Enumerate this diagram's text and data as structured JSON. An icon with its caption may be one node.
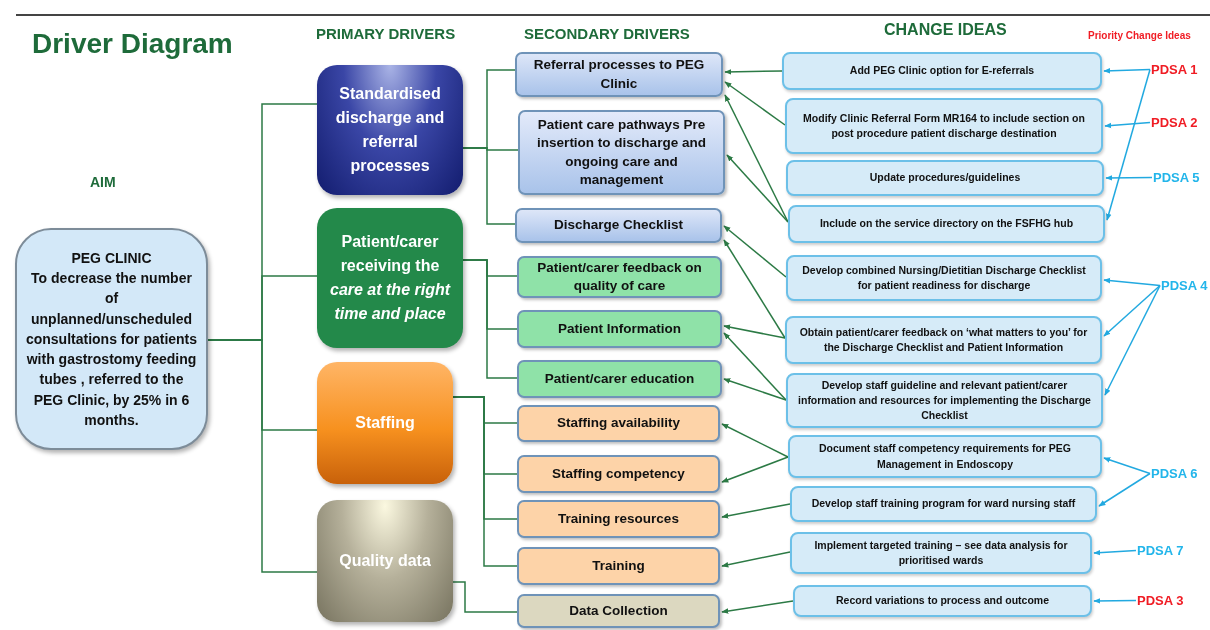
{
  "diagram": {
    "title": "Driver Diagram",
    "nodes": [
      {
        "text": [
          "PEG CLINIC",
          "To decrease the number of unplanned/unscheduled consultations for patients with gastrostomy feeding tubes , referred to the PEG Clinic, by 25% in 6 months."
        ]
      },
      {
        "text": [
          "Standardised discharge and referral processes"
        ]
      },
      {
        "text": [
          "Patient/carer receiving the *care at the right time and place*"
        ]
      },
      {
        "text": [
          "Staffing"
        ]
      },
      {
        "text": [
          "Quality data"
        ]
      },
      {
        "text": [
          "Referral processes to PEG Clinic"
        ]
      },
      {
        "text": [
          "Patient care pathways Pre insertion to discharge and ongoing care and management"
        ]
      },
      {
        "text": [
          "Discharge Checklist"
        ]
      },
      {
        "text": [
          "Patient/carer feedback on quality of care"
        ]
      },
      {
        "text": [
          "Patient Information"
        ]
      },
      {
        "text": [
          "Patient/carer education"
        ]
      },
      {
        "text": [
          "Staffing availability"
        ]
      },
      {
        "text": [
          "Staffing competency"
        ]
      },
      {
        "text": [
          "Training resources"
        ]
      },
      {
        "text": [
          "Training"
        ]
      },
      {
        "text": [
          "Data Collection"
        ]
      },
      {
        "text": [
          "Add PEG Clinic option for E-referrals"
        ]
      },
      {
        "text": [
          "Modify Clinic Referral Form MR164 to include section on post procedure patient discharge destination"
        ]
      },
      {
        "text": [
          "Update procedures/guidelines"
        ]
      },
      {
        "text": [
          "Include on the  service directory on the FSFHG hub"
        ]
      },
      {
        "text": [
          "Develop combined Nursing/Dietitian Discharge Checklist for patient readiness for discharge"
        ]
      },
      {
        "text": [
          "Obtain patient/carer feedback on ‘what matters to you’ for the Discharge Checklist and Patient Information"
        ]
      },
      {
        "text": [
          "Develop staff guideline and relevant patient/carer information and resources for   implementing the Discharge Checklist"
        ]
      },
      {
        "text": [
          "Document staff competency requirements for PEG Management in Endoscopy"
        ]
      },
      {
        "text": [
          "Develop staff training program for ward nursing staff"
        ]
      },
      {
        "text": [
          "Implement targeted training – see data analysis for prioritised wards"
        ]
      },
      {
        "text": [
          "Record variations to process and outcome"
        ]
      },
      {
        "text": [
          "PDSA 1"
        ]
      },
      {
        "text": [
          "PDSA 2"
        ]
      },
      {
        "text": [
          "PDSA 5"
        ]
      },
      {
        "text": [
          "PDSA 4"
        ]
      },
      {
        "text": [
          "PDSA 6"
        ]
      },
      {
        "text": [
          "PDSA 7"
        ]
      },
      {
        "text": [
          "PDSA 3"
        ]
      }
    ],
    "edges": [
      {
        "from": 0,
        "to": 1,
        "arrow": "none"
      },
      {
        "from": 0,
        "to": 2,
        "arrow": "none"
      },
      {
        "from": 0,
        "to": 3,
        "arrow": "none"
      },
      {
        "from": 0,
        "to": 4,
        "arrow": "none"
      },
      {
        "from": 1,
        "to": 5,
        "arrow": "none"
      },
      {
        "from": 1,
        "to": 6,
        "arrow": "none"
      },
      {
        "from": 1,
        "to": 7,
        "arrow": "none"
      },
      {
        "from": 2,
        "to": 8,
        "arrow": "none"
      },
      {
        "from": 2,
        "to": 9,
        "arrow": "none"
      },
      {
        "from": 2,
        "to": 10,
        "arrow": "none"
      },
      {
        "from": 3,
        "to": 11,
        "arrow": "none"
      },
      {
        "from": 3,
        "to": 12,
        "arrow": "none"
      },
      {
        "from": 3,
        "to": 13,
        "arrow": "none"
      },
      {
        "from": 3,
        "to": 14,
        "arrow": "none"
      },
      {
        "from": 4,
        "to": 15,
        "arrow": "none"
      },
      {
        "from": 16,
        "to": 5,
        "arrow": "to"
      },
      {
        "from": 17,
        "to": 5,
        "arrow": "to"
      },
      {
        "from": 19,
        "to": 5,
        "arrow": "to"
      },
      {
        "from": 19,
        "to": 6,
        "arrow": "to"
      },
      {
        "from": 20,
        "to": 7,
        "arrow": "to"
      },
      {
        "from": 21,
        "to": 7,
        "arrow": "to"
      },
      {
        "from": 21,
        "to": 9,
        "arrow": "to"
      },
      {
        "from": 22,
        "to": 9,
        "arrow": "to"
      },
      {
        "from": 22,
        "to": 10,
        "arrow": "to"
      },
      {
        "from": 23,
        "to": 11,
        "arrow": "to"
      },
      {
        "from": 23,
        "to": 12,
        "arrow": "to"
      },
      {
        "from": 24,
        "to": 13,
        "arrow": "to"
      },
      {
        "from": 25,
        "to": 14,
        "arrow": "to"
      },
      {
        "from": 26,
        "to": 15,
        "arrow": "to"
      },
      {
        "from": 27,
        "to": 16,
        "arrow": "to",
        "color": "#22a9e0"
      },
      {
        "from": 27,
        "to": 19,
        "arrow": "to",
        "color": "#22a9e0"
      },
      {
        "from": 28,
        "to": 17,
        "arrow": "to",
        "color": "#22a9e0"
      },
      {
        "from": 29,
        "to": 18,
        "arrow": "to",
        "color": "#22a9e0"
      },
      {
        "from": 30,
        "to": 20,
        "arrow": "to",
        "color": "#22a9e0"
      },
      {
        "from": 30,
        "to": 21,
        "arrow": "to",
        "color": "#22a9e0"
      },
      {
        "from": 30,
        "to": 22,
        "arrow": "to",
        "color": "#22a9e0"
      },
      {
        "from": 31,
        "to": 23,
        "arrow": "to",
        "color": "#22a9e0"
      },
      {
        "from": 31,
        "to": 24,
        "arrow": "to",
        "color": "#22a9e0"
      },
      {
        "from": 32,
        "to": 25,
        "arrow": "to",
        "color": "#22a9e0"
      },
      {
        "from": 33,
        "to": 26,
        "arrow": "to",
        "color": "#22a9e0"
      }
    ],
    "labels": [
      "AIM",
      "PRIMARY DRIVERS",
      "SECONDARY DRIVERS",
      "CHANGE IDEAS",
      "Priority Change Ideas"
    ]
  }
}
